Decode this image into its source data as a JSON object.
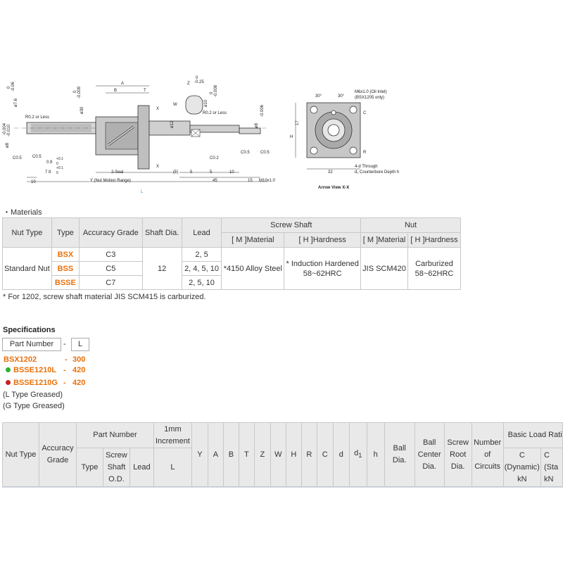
{
  "drawing": {
    "dims_top": [
      "A",
      "B",
      "T",
      "Z",
      "W",
      "0",
      "-0.25",
      "ø10",
      "0",
      "-0.008",
      "0",
      "-0.009",
      "ø30",
      "0",
      "-0.06",
      "ø7.6"
    ],
    "dims_left": [
      "R0.2 or Less",
      "C0.5",
      "C0.5",
      "0.9",
      "+0.1",
      "0",
      "7.9",
      "+0.1",
      "0",
      "ø8",
      "-0.004",
      "-0.010"
    ],
    "dims_mid": [
      "X",
      "X",
      "ø12",
      "R0.2 or Less",
      "C0.2",
      "C0.5",
      "C0.5",
      "ø8",
      "-0.006"
    ],
    "dims_bottom": [
      "10",
      "2-Seal",
      "Y (Nut Motion Range)",
      "(5)",
      "5",
      "5",
      "10",
      "45",
      "15",
      "M10x1.0",
      "L"
    ],
    "view_labels": [
      "30°",
      "30°",
      "M6x1.0 (Oil Inlet)",
      "(BSX1205 only)",
      "C",
      "17",
      "H",
      "R",
      "32",
      "4-d Through",
      "d₁ Counterbore Depth h",
      "Arrow View X-X"
    ]
  },
  "materials": {
    "heading": "・Materials",
    "headers": {
      "nut_type": "Nut Type",
      "type": "Type",
      "accuracy": "Accuracy Grade",
      "shaft_dia": "Shaft Dia.",
      "lead": "Lead",
      "screw_shaft": "Screw Shaft",
      "nut": "Nut",
      "m_material": "[ M ]Material",
      "h_hardness": "[ H ]Hardness"
    },
    "nut_type_value": "Standard Nut",
    "shaft_dia_value": "12",
    "rows": [
      {
        "type": "BSX",
        "accuracy": "C3",
        "lead": "2, 5"
      },
      {
        "type": "BSS",
        "accuracy": "C5",
        "lead": "2, 4, 5, 10"
      },
      {
        "type": "BSSE",
        "accuracy": "C7",
        "lead": "2, 5, 10"
      }
    ],
    "shaft_material": "*4150 Alloy Steel",
    "shaft_hardness_1": "* Induction Hardened",
    "shaft_hardness_2": "58~62HRC",
    "nut_material": "JIS SCM420",
    "nut_hardness_1": "Carburized",
    "nut_hardness_2": "58~62HRC",
    "note": "* For 1202, screw shaft material JIS SCM415 is carburized."
  },
  "specifications": {
    "title": "Specifications",
    "part_number_label": "Part Number",
    "dash": "-",
    "l_label": "L",
    "examples": [
      {
        "part": "BSX1202",
        "dash": "-",
        "l": "300",
        "dot": ""
      },
      {
        "part": "BSSE1210L",
        "dash": "-",
        "l": "420",
        "dot": "#2db02d"
      },
      {
        "part": "BSSE1210G",
        "dash": "-",
        "l": "420",
        "dot": "#cc1f1f"
      }
    ],
    "type_note_l": "(L Type Greased)",
    "type_note_g": "(G Type Greased)"
  },
  "spec_table": {
    "nut_type": "Nut Type",
    "accuracy_1": "Accuracy",
    "accuracy_2": "Grade",
    "part_number": "Part Number",
    "type": "Type",
    "screw_1": "Screw",
    "screw_2": "Shaft",
    "screw_3": "O.D.",
    "lead": "Lead",
    "increment_1": "1mm",
    "increment_2": "Increment",
    "l": "L",
    "y": "Y",
    "a": "A",
    "b": "B",
    "t": "T",
    "z": "Z",
    "w": "W",
    "h": "H",
    "r": "R",
    "c": "C",
    "d": "d",
    "d1": "d",
    "d1_sub": "1",
    "h2": "h",
    "ball_1": "Ball",
    "ball_2": "Dia.",
    "bcd_1": "Ball",
    "bcd_2": "Center",
    "bcd_3": "Dia.",
    "srd_1": "Screw",
    "srd_2": "Root",
    "srd_3": "Dia.",
    "circ_1": "Number",
    "circ_2": "of",
    "circ_3": "Circuits",
    "load": "Basic Load Rati",
    "dyn_1": "C",
    "dyn_2": "(Dynamic)",
    "dyn_3": "kN",
    "sta_1": "C",
    "sta_2": "(Sta",
    "sta_3": "kN"
  }
}
